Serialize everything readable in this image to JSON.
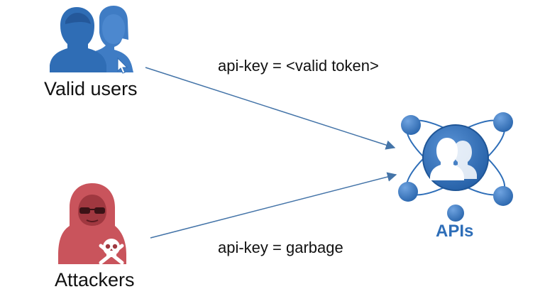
{
  "actors": {
    "valid_users": {
      "label": "Valid users",
      "icon": "users-icon"
    },
    "attackers": {
      "label": "Attackers",
      "icon": "hacker-skull-icon"
    }
  },
  "arrows": {
    "valid": {
      "label": "api-key = <valid token>"
    },
    "attack": {
      "label": "api-key = garbage"
    }
  },
  "target": {
    "label": "APIs",
    "icon": "api-orbit-icon"
  },
  "colors": {
    "user_blue": "#2f6db5",
    "user_blue_light": "#4c88cf",
    "attacker_red": "#c9545c",
    "attacker_red_dark": "#a03840",
    "arrow": "#4474a8",
    "apis_blue": "#2e6eb8"
  }
}
